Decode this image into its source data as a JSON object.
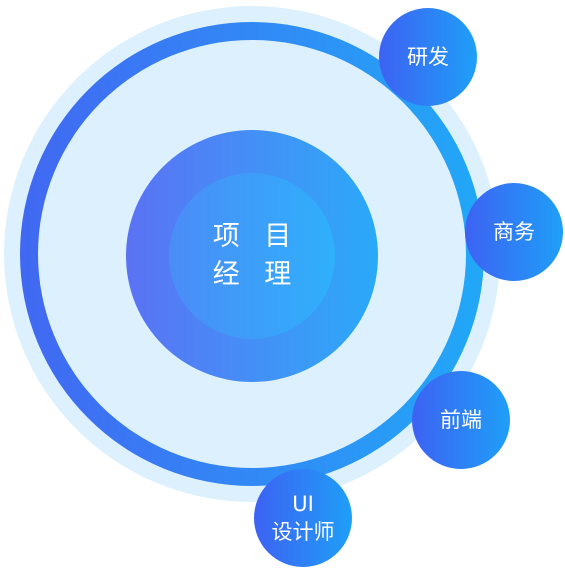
{
  "center": {
    "line1": "项 目",
    "line2": "经 理"
  },
  "nodes": {
    "rd": {
      "label": "研发"
    },
    "biz": {
      "label": "商务"
    },
    "fe": {
      "label": "前端"
    },
    "ui": {
      "line1": "UI",
      "line2": "设计师"
    }
  },
  "colors": {
    "halo": "#dcf1fd",
    "ring_start": "#4168f2",
    "ring_end": "#21a8f7",
    "node_start": "#3d62f3",
    "node_end": "#1f9ff8",
    "text": "#ffffff"
  }
}
